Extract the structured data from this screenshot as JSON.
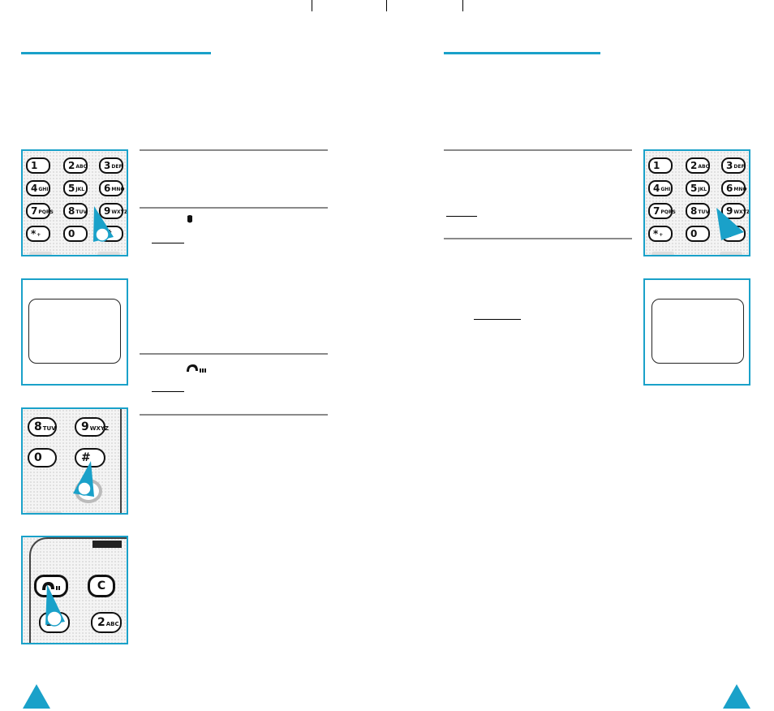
{
  "header_rules": {
    "left": "",
    "right": ""
  },
  "keypad_labels": {
    "k1": "1",
    "k1_sub": "",
    "k2": "2",
    "k2_sub": "ABC",
    "k3": "3",
    "k3_sub": "DEF",
    "k4": "4",
    "k4_sub": "GHI",
    "k5": "5",
    "k5_sub": "JKL",
    "k6": "6",
    "k6_sub": "MNO",
    "k7": "7",
    "k7_sub": "PQRS",
    "k8": "8",
    "k8_sub": "TUV",
    "k9": "9",
    "k9_sub": "WXYZ",
    "kstar": "*",
    "kstar_sub": "+",
    "k0": "0",
    "k0_sub": "",
    "khash": "#",
    "khash_sub": "",
    "kc": "C"
  },
  "colors": {
    "accent": "#1aa1c9",
    "rule": "#8a8a8a"
  },
  "icons": {
    "hash_key_icon": "hash-key-icon",
    "send_key_icon": "send-key-icon",
    "pointer": "triangle-pointer-icon",
    "page_marker": "page-triangle-icon"
  }
}
